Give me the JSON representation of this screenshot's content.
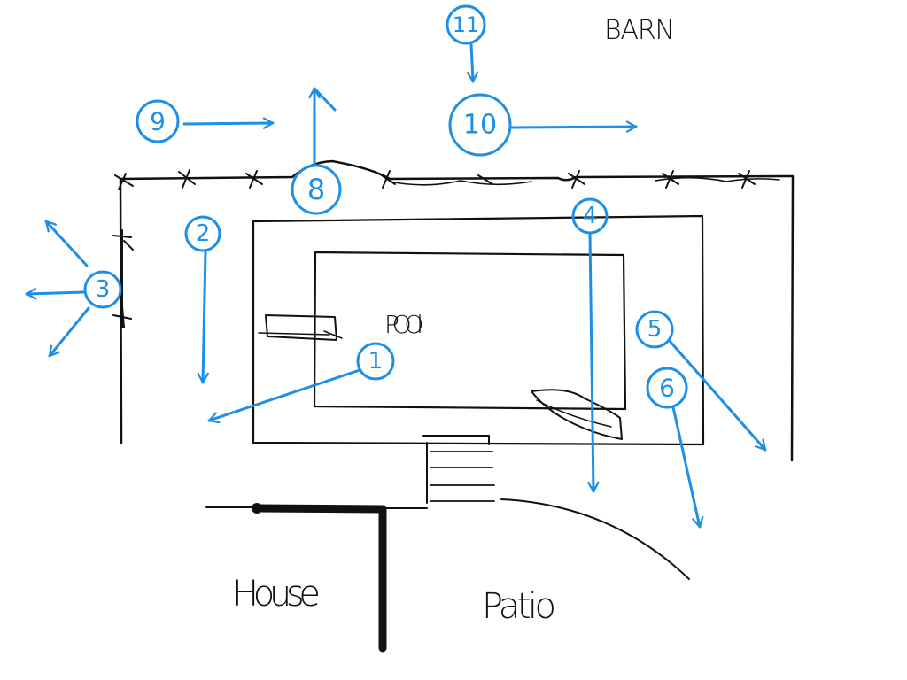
{
  "labels": {
    "barn": "BARN",
    "pool": "POOl",
    "house": "House",
    "patio": "Patio"
  },
  "markers": [
    "1",
    "2",
    "3",
    "4",
    "5",
    "6",
    "8",
    "9",
    "10",
    "11"
  ],
  "colors": {
    "ink": "#111111",
    "annotation": "#1e8fe6"
  }
}
